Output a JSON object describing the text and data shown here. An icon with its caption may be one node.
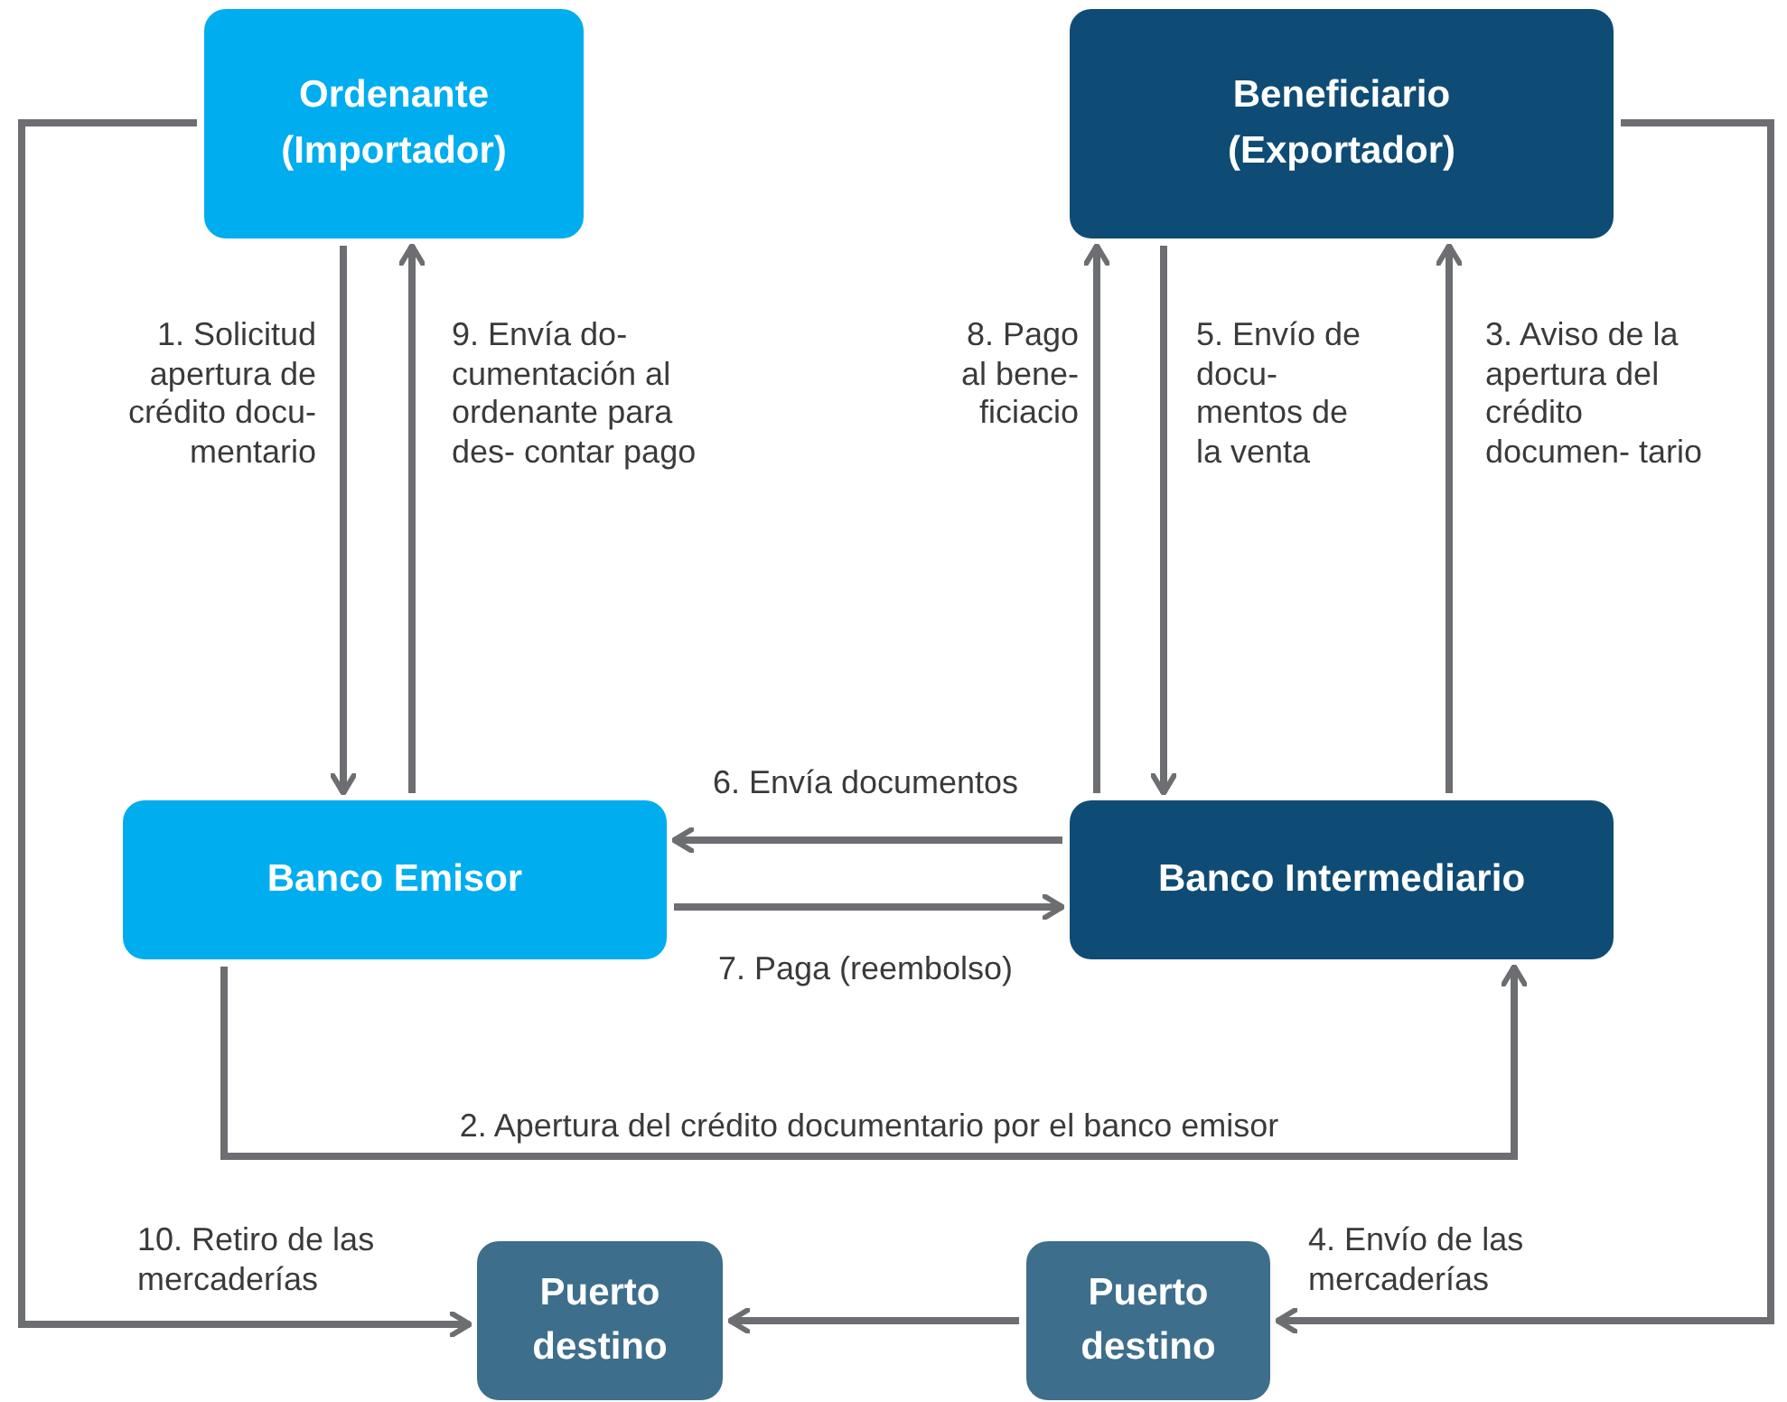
{
  "diagram": {
    "nodes": [
      {
        "text": [
          "Ordenante (Importador)"
        ]
      },
      {
        "text": [
          "Beneficiario (Exportador)"
        ]
      },
      {
        "text": [
          "Banco Emisor"
        ]
      },
      {
        "text": [
          "Banco Intermediario"
        ]
      },
      {
        "text": [
          "Puerto destino"
        ]
      },
      {
        "text": [
          "Puerto destino"
        ]
      }
    ],
    "edges": [
      {
        "from": 0,
        "to": 2,
        "arrow": "to",
        "label": "1. Solicitud apertura de crédito docu- mentario"
      },
      {
        "from": 2,
        "to": 3,
        "arrow": "to",
        "label": "2. Apertura del crédito documentario por el banco emisor"
      },
      {
        "from": 3,
        "to": 1,
        "arrow": "to",
        "label": "3. Aviso de la apertura del crédito documen- tario"
      },
      {
        "from": 1,
        "to": 5,
        "arrow": "to",
        "label": "4. Envío de las mercaderías"
      },
      {
        "from": 1,
        "to": 3,
        "arrow": "to",
        "label": "5. Envío de docu- mentos de la venta"
      },
      {
        "from": 3,
        "to": 2,
        "arrow": "to",
        "label": "6. Envía documentos"
      },
      {
        "from": 2,
        "to": 3,
        "arrow": "to",
        "label": "7. Paga (reembolso)"
      },
      {
        "from": 3,
        "to": 1,
        "arrow": "to",
        "label": "8. Pago al bene- ficiacio"
      },
      {
        "from": 2,
        "to": 0,
        "arrow": "to",
        "label": "9. Envía do- cumentación al ordenante para des- contar pago"
      },
      {
        "from": 0,
        "to": 4,
        "arrow": "to",
        "label": "10. Retiro de las mercaderías"
      },
      {
        "from": 5,
        "to": 4,
        "arrow": "to"
      }
    ]
  }
}
